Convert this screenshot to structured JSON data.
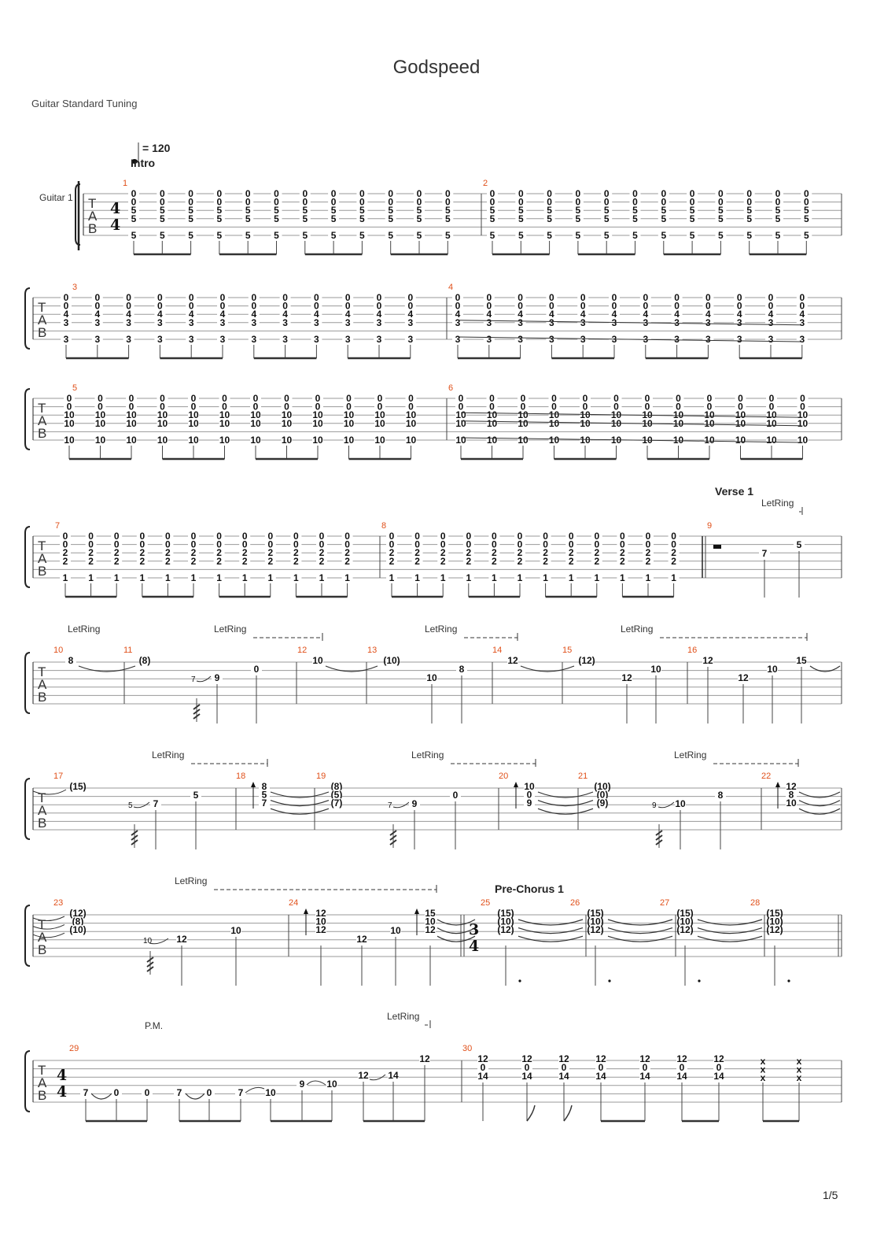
{
  "title": "Godspeed",
  "tuning_label": "Guitar Standard Tuning",
  "track_name": "Guitar 1",
  "tempo_label": "= 120",
  "page_number": "1/5",
  "clef_letters": [
    "T",
    "A",
    "B"
  ],
  "sections": [
    {
      "measure": 1,
      "label": "Intro"
    },
    {
      "measure": 9,
      "label": "Verse 1"
    },
    {
      "measure": 25,
      "label": "Pre-Chorus 1"
    }
  ],
  "time_signatures": [
    {
      "measure": 1,
      "top": "4",
      "bottom": "4"
    },
    {
      "measure": 25,
      "top": "3",
      "bottom": "4"
    },
    {
      "measure": 29,
      "top": "4",
      "bottom": "4"
    }
  ],
  "effect_labels": {
    "let_ring": "LetRing",
    "palm_mute": "P.M."
  },
  "measures": [
    {
      "n": 1,
      "chord": [
        "0",
        "0",
        "5",
        "5",
        "",
        "5"
      ],
      "repeat": 12
    },
    {
      "n": 2,
      "chord": [
        "0",
        "0",
        "5",
        "5",
        "",
        "5"
      ],
      "repeat": 12
    },
    {
      "n": 3,
      "chord": [
        "0",
        "0",
        "4",
        "3",
        "",
        "3"
      ],
      "repeat": 12
    },
    {
      "n": 4,
      "chord": [
        "0",
        "0",
        "4",
        "3",
        "",
        "3"
      ],
      "repeat": 12
    },
    {
      "n": 5,
      "chord": [
        "0",
        "0",
        "10",
        "10",
        "",
        "10"
      ],
      "repeat": 12
    },
    {
      "n": 6,
      "chord": [
        "0",
        "0",
        "10",
        "10",
        "",
        "10"
      ],
      "repeat": 12
    },
    {
      "n": 7,
      "chord": [
        "0",
        "0",
        "2",
        "2",
        "",
        "1"
      ],
      "repeat": 12
    },
    {
      "n": 8,
      "chord": [
        "0",
        "0",
        "2",
        "2",
        "",
        "1"
      ],
      "repeat": 12
    },
    {
      "n": 9,
      "notes": [
        "7",
        "5"
      ]
    },
    {
      "n": 10,
      "notes": [
        "8"
      ]
    },
    {
      "n": 11,
      "notes": [
        "(8)",
        "7",
        "9",
        "0"
      ]
    },
    {
      "n": 12,
      "notes": [
        "10",
        "10",
        "8"
      ]
    },
    {
      "n": 13,
      "notes": [
        "(10)",
        "10",
        "8"
      ]
    },
    {
      "n": 14,
      "notes": [
        "12"
      ]
    },
    {
      "n": 15,
      "notes": [
        "(12)",
        "12",
        "10"
      ]
    },
    {
      "n": 16,
      "notes": [
        "12",
        "12",
        "10",
        "15"
      ]
    },
    {
      "n": 17,
      "notes": [
        "(15)",
        "5",
        "7",
        "5"
      ]
    },
    {
      "n": 18,
      "notes": [
        "8",
        "5",
        "7"
      ]
    },
    {
      "n": 19,
      "notes": [
        "(8)",
        "(5)",
        "(7)",
        "7",
        "9",
        "0"
      ]
    },
    {
      "n": 20,
      "notes": [
        "10",
        "0",
        "9"
      ]
    },
    {
      "n": 21,
      "notes": [
        "(10)",
        "(0)",
        "(9)",
        "9",
        "10",
        "8"
      ]
    },
    {
      "n": 22,
      "notes": [
        "12",
        "8",
        "10"
      ]
    },
    {
      "n": 23,
      "notes": [
        "(12)",
        "(8)",
        "(10)",
        "10",
        "12",
        "10"
      ]
    },
    {
      "n": 24,
      "notes": [
        "12",
        "10",
        "12",
        "12",
        "10",
        "15",
        "10",
        "12"
      ]
    },
    {
      "n": 25,
      "notes": [
        "(15)",
        "(10)",
        "(12)"
      ]
    },
    {
      "n": 26,
      "notes": [
        "(15)",
        "(10)",
        "(12)"
      ]
    },
    {
      "n": 27,
      "notes": [
        "(15)",
        "(10)",
        "(12)"
      ]
    },
    {
      "n": 28,
      "notes": [
        "(15)",
        "(10)",
        "(12)"
      ]
    },
    {
      "n": 29,
      "notes": [
        "7",
        "0",
        "0",
        "7",
        "0",
        "7",
        "10",
        "9",
        "10",
        "12",
        "14",
        "12"
      ]
    },
    {
      "n": 30,
      "notes": [
        "12",
        "0",
        "14",
        "x",
        "x",
        "x"
      ]
    }
  ]
}
